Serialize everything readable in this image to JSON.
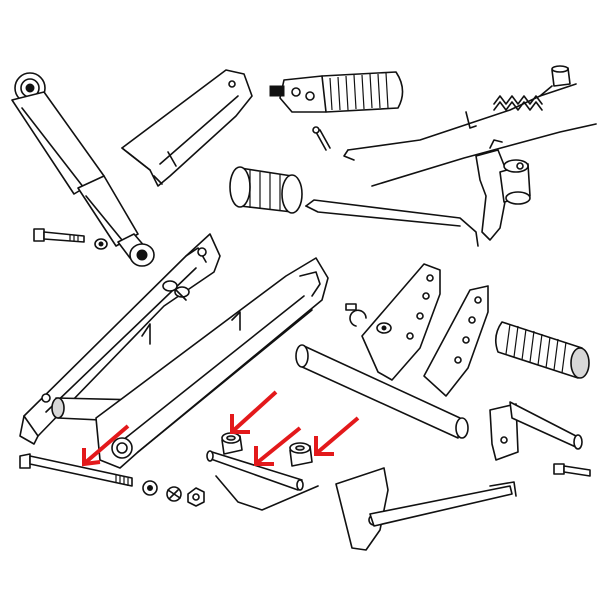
{
  "diagram": {
    "style": "exploded parts line drawing",
    "background_color": "#ffffff",
    "line_color": "#111111",
    "arrow_color": "#e3191b",
    "parts": [
      "shock-absorber",
      "chain-guard",
      "footrest-rubber-top",
      "rear-brake-rod",
      "brake-spring",
      "bearing-cylinder",
      "brake-pedal-lever",
      "swing-arm",
      "swing-arm-spindle",
      "spindle-washer",
      "spindle-spring-washer",
      "spindle-nut",
      "spindle-spacer-tube",
      "swing-arm-bush-left",
      "swing-arm-bush-right",
      "centre-stand",
      "circlip",
      "footrest-rubber-right",
      "footrest-bracket",
      "side-stand",
      "mounting-bolt"
    ],
    "highlighted_parts": [
      "swing-arm-spindle",
      "swing-arm-bush-left",
      "spindle-spacer-tube",
      "swing-arm-bush-right"
    ]
  }
}
